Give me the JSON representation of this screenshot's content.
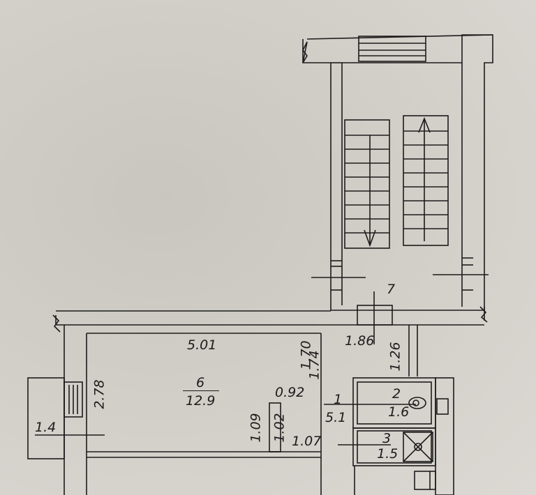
{
  "rooms": [
    {
      "num": "1",
      "area": "5.1"
    },
    {
      "num": "2",
      "area": "1.6"
    },
    {
      "num": "3",
      "area": "1.5"
    },
    {
      "num": "6",
      "area": "12.9"
    },
    {
      "num": "7"
    },
    {
      "area": "1.4"
    }
  ],
  "dimensions": {
    "room6_width": "5.01",
    "room6_height": "2.78",
    "corridor_width": "1.86",
    "d170": "1.70",
    "d174": "1.74",
    "d126": "1.26",
    "d092": "0.92",
    "d109": "1.09",
    "d102": "1.02",
    "d107": "1.07"
  },
  "colors": {
    "paper": "#d3cfc9",
    "ink": "#1c1c1c"
  }
}
